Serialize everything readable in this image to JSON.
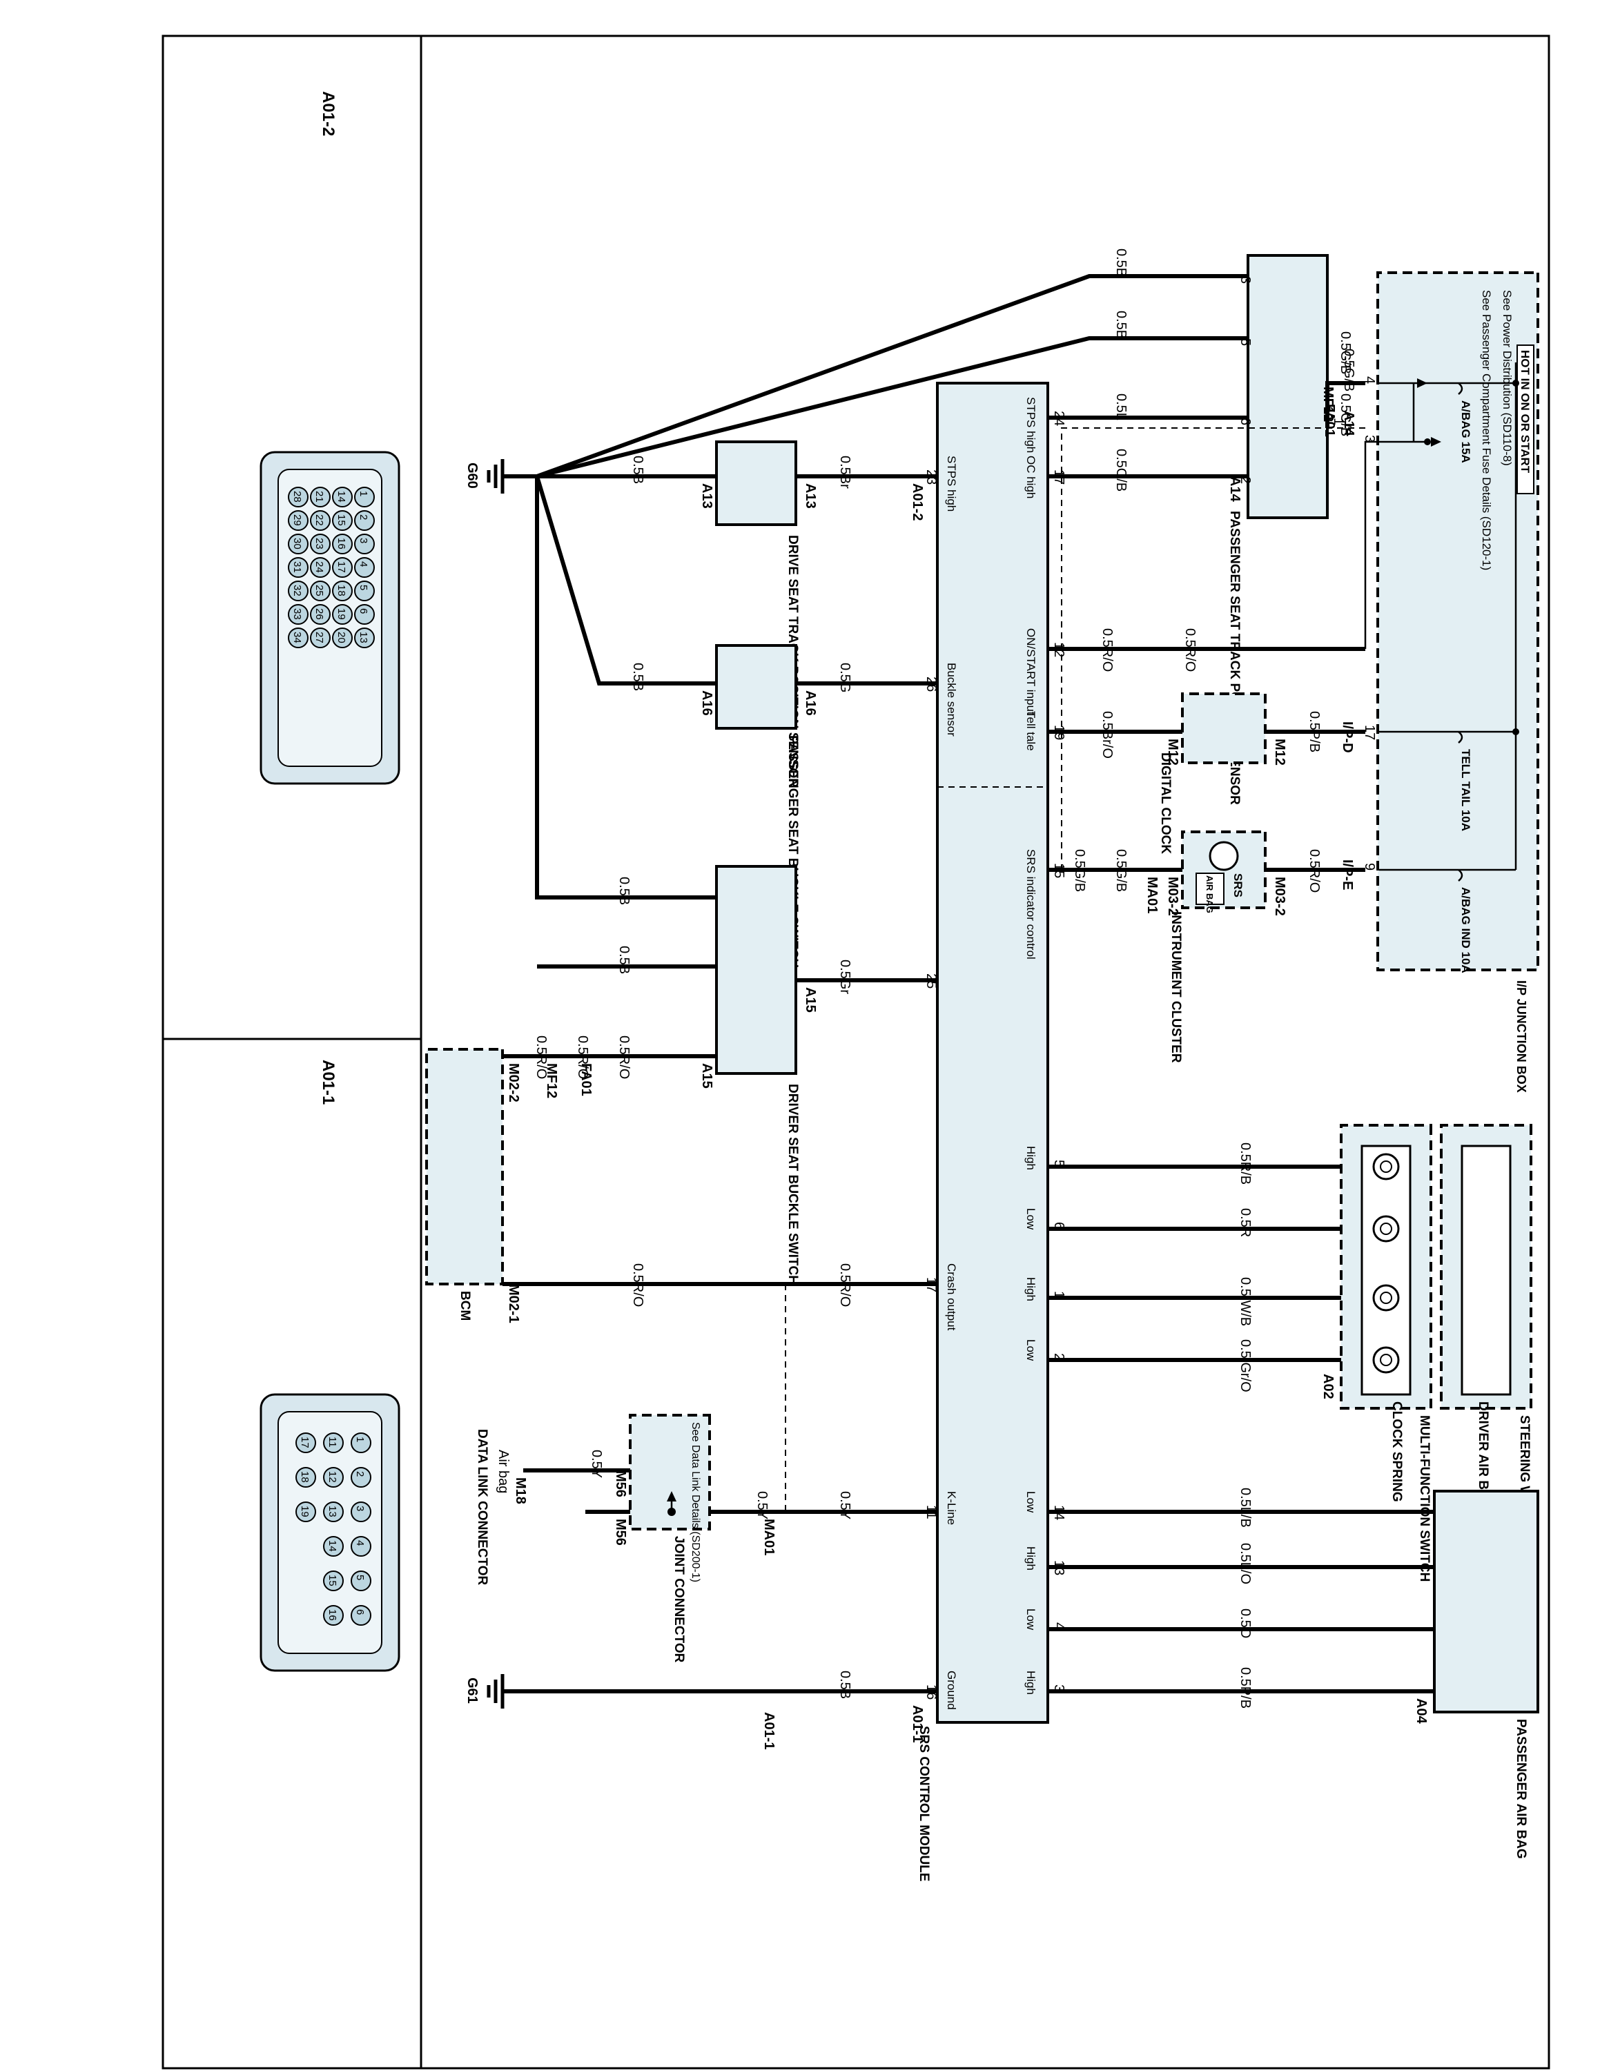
{
  "frame": {
    "panel_top_label": "A01-2",
    "panel_bottom_label": "A01-1"
  },
  "power": {
    "hot_label": "HOT IN ON OR START",
    "see_power": "See Power Distribution (SD110-8)",
    "see_fuse": "See Passenger Compartment Fuse Details (SD120-1)",
    "ip_box": "I/P JUNCTION BOX",
    "fuses": [
      {
        "label": "A/BAG 15A"
      },
      {
        "label": "TELL TAIL 10A"
      },
      {
        "label": "A/BAG IND 10A"
      }
    ],
    "pins": [
      "4",
      "3",
      "17",
      "9"
    ],
    "connectors": [
      "I/P-D",
      "I/P-E"
    ]
  },
  "components": {
    "srs_module": "SRS CONTROL MODULE",
    "pass_seat_track": "PASSENGER SEAT TRACK POSITION SENSOR",
    "drive_seat_track": "DRIVE SEAT TRACK POSITION SENSOR",
    "pass_buckle": "PASSENGER SEAT BUCKLE SWITCH",
    "driver_buckle": "DRIVER SEAT BUCKLE SWITCH",
    "digital_clock": "DIGITAL CLOCK",
    "instrument_cluster": "INSTRUMENT CLUSTER",
    "srs_lamp": "SRS",
    "air_bag_lamp": "AIR BAG",
    "steering_wheel": "STEERING WHEEL",
    "driver_airbag": "DRIVER AIR BAG",
    "clock_spring": "CLOCK SPRING",
    "multi_function": "MULTI-FUNCTION SWITCH",
    "passenger_airbag": "PASSENGER AIR BAG",
    "bcm": "BCM",
    "joint_connector": "JOINT CONNECTOR",
    "see_data_link": "See Data Link Details (SD200-1)",
    "dlc": "DATA LINK CONNECTOR",
    "dlc_pin_label": "Air bag"
  },
  "module_pins": [
    {
      "pin": "24",
      "label": "STPS high"
    },
    {
      "pin": "17",
      "label": "OC high"
    },
    {
      "pin": "23",
      "label": "STPS high"
    },
    {
      "pin": "12",
      "label": "ON/START input"
    },
    {
      "pin": "26",
      "label": "Buckle sensor"
    },
    {
      "pin": "19",
      "label": "Tell tale"
    },
    {
      "pin": "15",
      "label": "SRS indicator control"
    },
    {
      "pin": "25",
      "label": ""
    },
    {
      "pin": "5",
      "label": "High"
    },
    {
      "pin": "6",
      "label": "Low"
    },
    {
      "pin": "1",
      "label": "High"
    },
    {
      "pin": "2",
      "label": "Low"
    },
    {
      "pin": "17",
      "label": "Crash output"
    },
    {
      "pin": "11",
      "label": "K-Line"
    },
    {
      "pin": "14",
      "label": "Low"
    },
    {
      "pin": "13",
      "label": "High"
    },
    {
      "pin": "4",
      "label": "Low"
    },
    {
      "pin": "3",
      "label": "High"
    },
    {
      "pin": "16",
      "label": "Ground"
    }
  ],
  "wires": {
    "w1": "0.5G/B",
    "w2": "0.5G/B",
    "w3": "0.5G/B",
    "w4": "0.5L",
    "w5": "0.5O/B",
    "w6": "0.5B",
    "w7": "0.5B",
    "w8": "0.5Br",
    "w9": "0.5B",
    "w10": "0.5G",
    "w11": "0.5B",
    "w12": "0.5R/O",
    "w13": "0.5R/O",
    "w14": "0.5P/B",
    "w15": "0.5Br/O",
    "w16": "0.5R/O",
    "w17": "0.5G/B",
    "w18": "0.5G/B",
    "w19": "0.5Gr",
    "w20": "0.5B",
    "w21": "0.5B",
    "w22": "0.5R/O",
    "w23": "0.5R/O",
    "w24": "0.5R/O",
    "w25": "0.5R/B",
    "w26": "0.5R",
    "w27": "0.5 W/B",
    "w28": "0.5 Gr/O",
    "w29": "0.5R/O",
    "w30": "0.5R/O",
    "w31": "0.5Y",
    "w32": "0.5Y",
    "w33": "0.5Y",
    "w34": "0.5L/B",
    "w35": "0.5L/O",
    "w36": "0.5O",
    "w37": "0.5P/B",
    "w38": "0.5B"
  },
  "connectors": {
    "A14": "A14",
    "FA01": "FA01",
    "MF12": "MF12",
    "A01_2": "A01-2",
    "A13": "A13",
    "A16": "A16",
    "M12": "M12",
    "M03_2": "M03-2",
    "MA01": "MA01",
    "A15": "A15",
    "M02_2": "M02-2",
    "M02_1": "M02-1",
    "A02": "A02",
    "A01_1": "A01-1",
    "M56": "M56",
    "M18": "M18",
    "A04": "A04",
    "G60": "G60",
    "G61": "G61"
  },
  "connector_views": {
    "a01_2_pins": [
      "1",
      "2",
      "3",
      "4",
      "5",
      "6",
      "13",
      "14",
      "15",
      "16",
      "17",
      "18",
      "19",
      "20",
      "21",
      "22",
      "23",
      "24",
      "25",
      "26",
      "27",
      "28",
      "29",
      "30",
      "31",
      "32",
      "33",
      "34"
    ],
    "a01_1_pins": [
      "1",
      "2",
      "3",
      "4",
      "5",
      "6",
      "11",
      "12",
      "13",
      "14",
      "15",
      "16",
      "17",
      "18",
      "19"
    ]
  }
}
